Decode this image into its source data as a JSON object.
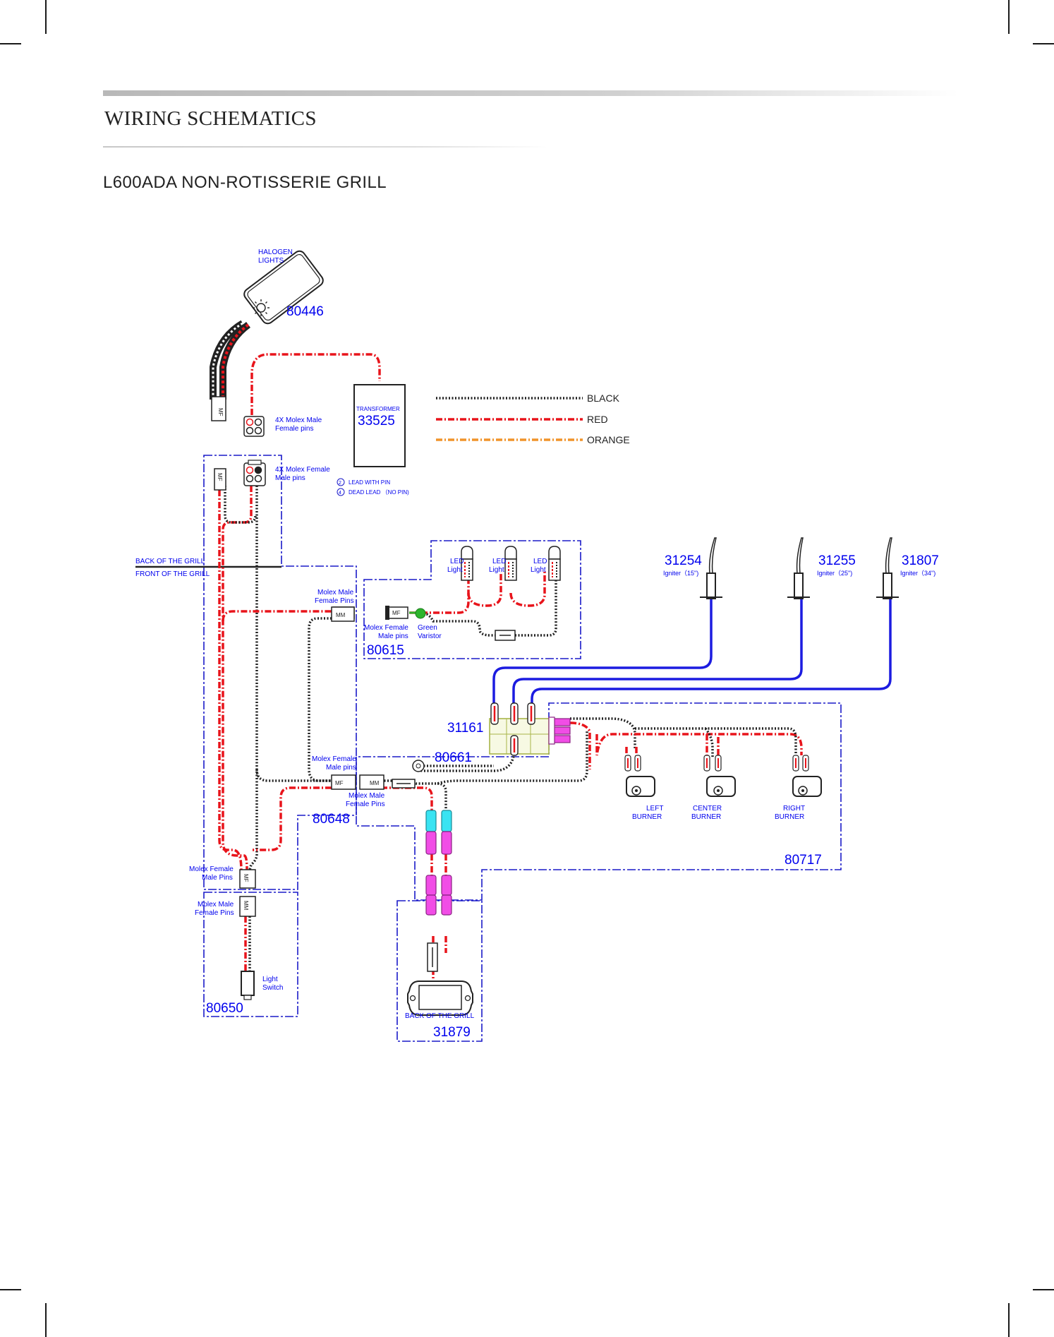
{
  "page": {
    "title": "WIRING SCHEMATICS",
    "subtitle": "L600ADA NON-ROTISSERIE GRILL"
  },
  "legend": [
    {
      "name": "BLACK",
      "color": "#222222"
    },
    {
      "name": "RED",
      "color": "#e8141b"
    },
    {
      "name": "ORANGE",
      "color": "#f0942a"
    }
  ],
  "colors": {
    "box_outline": "#1a1ac8",
    "igniter_wire": "#1c1ce0",
    "connector_magenta": "#f14de6",
    "connector_cyan": "#39e3f2",
    "varistor": "#2db52d",
    "spark_module": "#c9d97a"
  },
  "parts": {
    "p80446": "80446",
    "p33525": "33525",
    "p80615": "80615",
    "p31161": "31161",
    "p80661": "80661",
    "p80648": "80648",
    "p80650": "80650",
    "p80717": "80717",
    "p31879": "31879",
    "p31254": "31254",
    "p31255": "31255",
    "p31807": "31807"
  },
  "labels": {
    "halogen_1": "HALOGEN",
    "halogen_2": "LIGHTS",
    "transformer": "TRANSFORMER",
    "molex_4x_male_1": "4X Molex Male",
    "molex_4x_male_2": "Female pins",
    "molex_4x_female_1": "4X Molex Female",
    "molex_4x_female_2": "Male pins",
    "lead_with_pin_num": "2",
    "lead_with_pin": "LEAD WITH PIN",
    "dead_lead_num": "4",
    "dead_lead": "DEAD LEAD （NO PIN)",
    "back_of_grill": "BACK OF THE GRILL",
    "front_of_grill": "FRONT OF THE GRILL",
    "led_1": "LED",
    "led_2": "Light",
    "molex_male_female_1": "Molex Male",
    "molex_male_female_2": "Female Pins",
    "molex_female_male_1": "Molex Female",
    "molex_female_male_2": "Male pins",
    "molex_female_male_pins_2": "Male Pins",
    "green_1": "Green",
    "green_2": "Varistor",
    "igniter_15": "Igniter（15\")",
    "igniter_25": "Igniter（25\")",
    "igniter_34": "Igniter（34\")",
    "left_burner_1": "LEFT",
    "center_burner_1": "CENTER",
    "right_burner_1": "RIGHT",
    "burner_2": "BURNER",
    "light_switch_1": "Light",
    "light_switch_2": "Switch",
    "back_of_grill_2": "BACK OF THE GRILL",
    "mf": "MF",
    "mm": "MM"
  }
}
